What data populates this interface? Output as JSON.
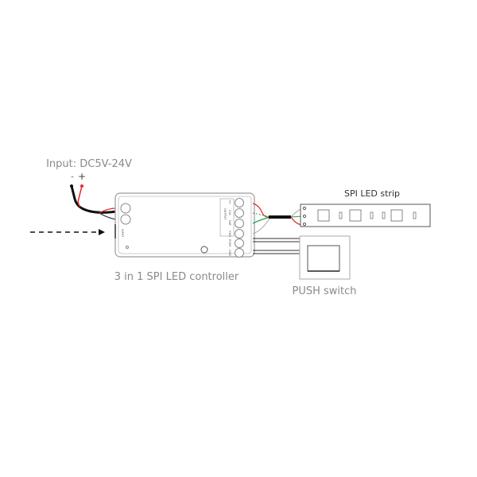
{
  "labels": {
    "input": "Input: DC5V-24V",
    "minus": "-",
    "plus": "+",
    "controller": "3 in 1 SPI LED controller",
    "strip": "SPI  LED strip",
    "switch": "PUSH switch"
  },
  "controller": {
    "output_title": "OUTPUT",
    "input_title": "INPUT",
    "terminals": [
      "V+",
      "CLK",
      "DAT",
      "GND",
      "PUSH",
      "GND"
    ]
  },
  "colors": {
    "red": "#e8262a",
    "green": "#1aa34a",
    "black": "#111111",
    "outline": "#9a9a9a"
  }
}
